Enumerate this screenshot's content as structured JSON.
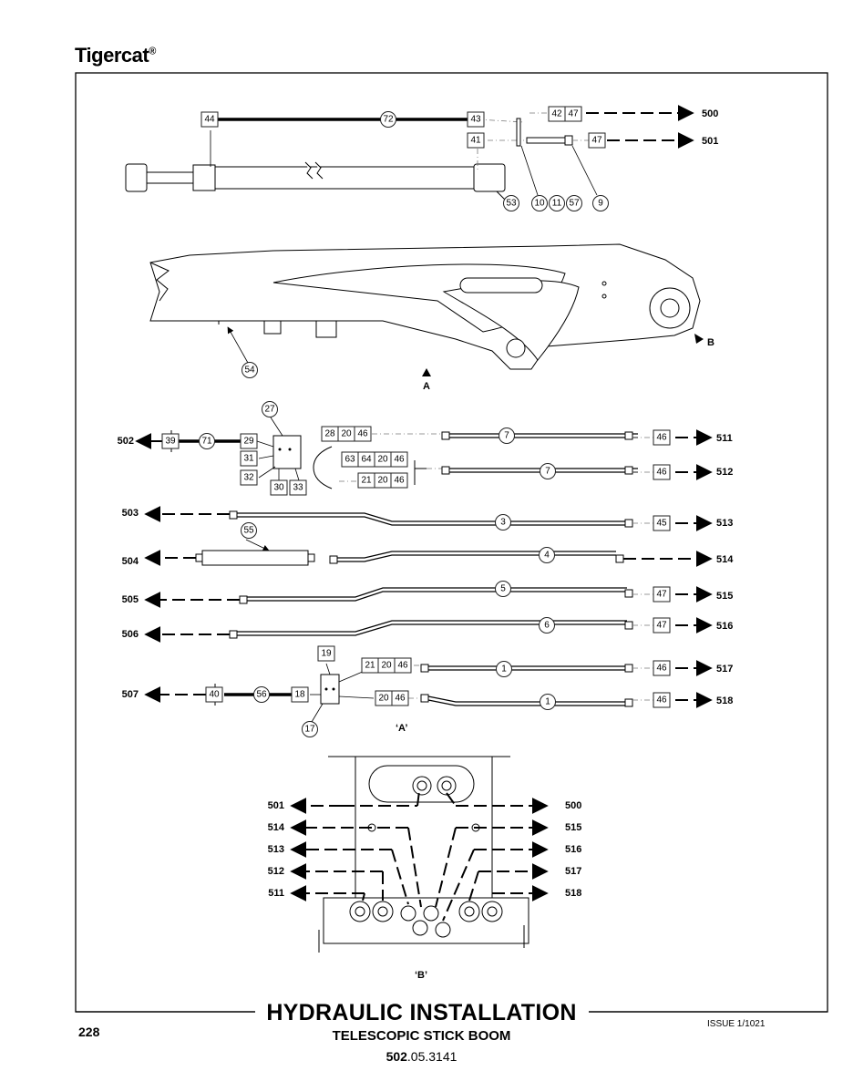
{
  "header": {
    "brand": "Tigercat",
    "brand_mark": "®"
  },
  "footer": {
    "page_number": "228",
    "title": "HYDRAULIC INSTALLATION",
    "subtitle": "TELESCOPIC STICK BOOM",
    "part_prefix": "502",
    "part_suffix": ".05.3141",
    "issue": "ISSUE 1/1021"
  },
  "views": {
    "a_marker": "A",
    "b_marker": "B",
    "view_a": "‘A’",
    "view_b": "‘B’"
  },
  "top": {
    "boxes": {
      "b44": "44",
      "b43": "43",
      "b42": "42",
      "b47a": "47",
      "b41": "41",
      "b47b": "47"
    },
    "circles": {
      "c72": "72",
      "c53": "53",
      "c10": "10",
      "c11": "11",
      "c57": "57",
      "c9": "9",
      "c54": "54"
    },
    "ports": {
      "p500": "500",
      "p501": "501"
    }
  },
  "middle": {
    "boxes": {
      "b39": "39",
      "b29": "29",
      "b31": "31",
      "b32": "32",
      "b30": "30",
      "b33": "33",
      "b28": "28",
      "b20a": "20",
      "b46a": "46",
      "b63": "63",
      "b64": "64",
      "b20b": "20",
      "b46b": "46",
      "b21": "21",
      "b20c": "20",
      "b46c": "46",
      "b46r1": "46",
      "b46r2": "46",
      "b45r3": "45",
      "b47r5": "47",
      "b47r6": "47",
      "b19": "19",
      "b21d": "21",
      "b20d": "20",
      "b46d": "46",
      "b40": "40",
      "b18": "18",
      "b20e": "20",
      "b46e": "46",
      "b46r7": "46",
      "b46r8": "46"
    },
    "circles": {
      "c27": "27",
      "c71": "71",
      "c7a": "7",
      "c7b": "7",
      "c3": "3",
      "c55": "55",
      "c4": "4",
      "c5": "5",
      "c6": "6",
      "c1a": "1",
      "c1b": "1",
      "c56": "56",
      "c17": "17"
    },
    "ports": {
      "p502": "502",
      "p503": "503",
      "p504": "504",
      "p505": "505",
      "p506": "506",
      "p507": "507",
      "p511": "511",
      "p512": "512",
      "p513": "513",
      "p514": "514",
      "p515": "515",
      "p516": "516",
      "p517": "517",
      "p518": "518"
    }
  },
  "bottom": {
    "left_ports": [
      "501",
      "514",
      "513",
      "512",
      "511"
    ],
    "right_ports": [
      "500",
      "515",
      "516",
      "517",
      "518"
    ]
  }
}
